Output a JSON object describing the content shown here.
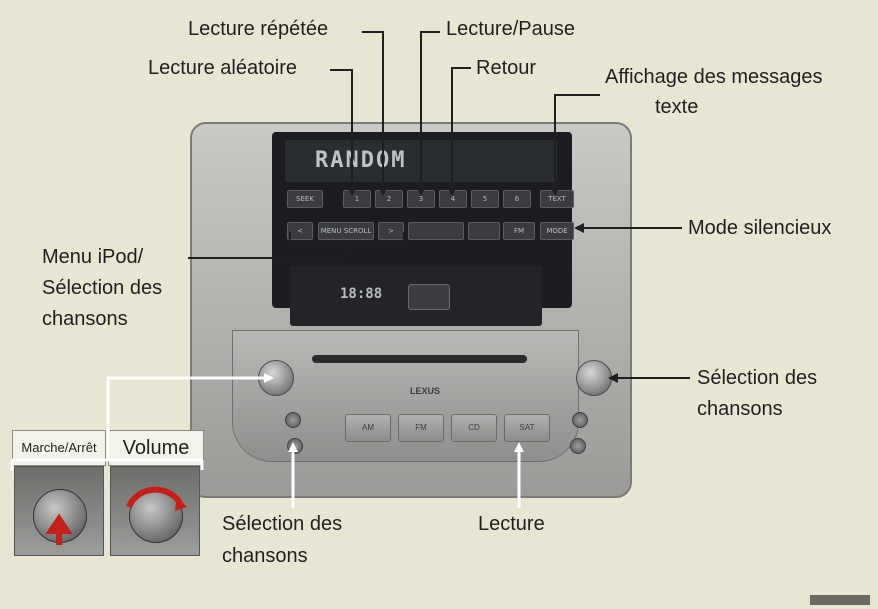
{
  "labels": {
    "lecture_repetee": "Lecture répétée",
    "lecture_pause": "Lecture/Pause",
    "lecture_aleatoire": "Lecture aléatoire",
    "retour": "Retour",
    "affichage_line1": "Affichage des messages",
    "affichage_line2": "texte",
    "mode_silencieux": "Mode silencieux",
    "menu_ipod_line1": "Menu iPod/",
    "menu_ipod_line2": "Sélection des",
    "menu_ipod_line3": "chansons",
    "selection_right_line1": "Sélection des",
    "selection_right_line2": "chansons",
    "selection_bottom_line1": "Sélection des",
    "selection_bottom_line2": "chansons",
    "lecture": "Lecture"
  },
  "inset": {
    "power_label": "Marche/Arrêt",
    "volume_label": "Volume"
  },
  "radio": {
    "display_text": "RANDOM",
    "clock": "18:88",
    "brand": "LEXUS",
    "presets": [
      "AM",
      "FM",
      "CD",
      "SAT"
    ],
    "top_buttons": [
      "SEEK",
      "1",
      "2",
      "3",
      "4",
      "5",
      "6",
      "TEXT"
    ],
    "bottom_buttons": [
      "<",
      "MENU SCROLL",
      ">",
      "",
      "",
      "FM",
      "MODE"
    ]
  },
  "colors": {
    "background": "#e8e6d3",
    "leader_line": "#1f1f1f",
    "callout_line": "#ffffff"
  }
}
